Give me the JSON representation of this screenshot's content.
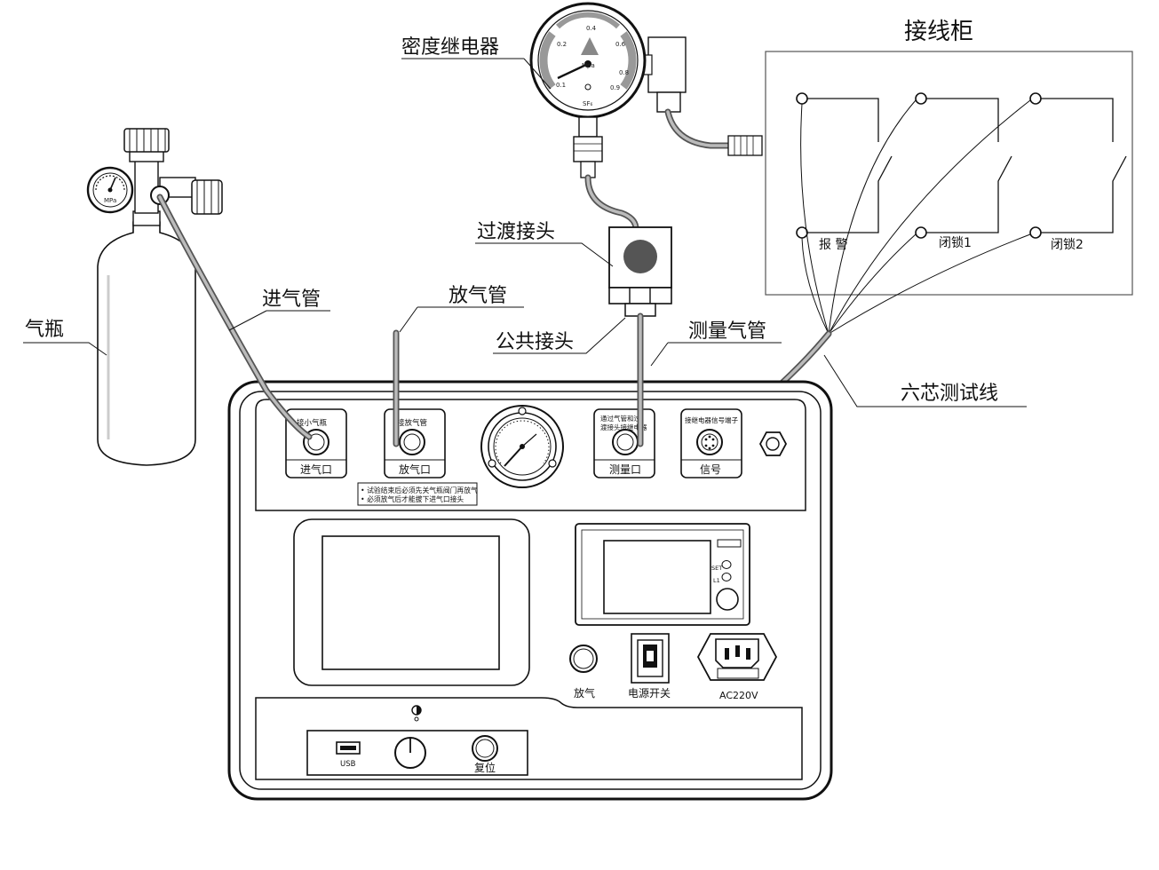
{
  "labels": {
    "gas_bottle": "气瓶",
    "inlet_pipe": "进气管",
    "vent_pipe": "放气管",
    "density_relay": "密度继电器",
    "transition_joint": "过渡接头",
    "common_joint": "公共接头",
    "measure_pipe": "测量气管",
    "six_core_wire": "六芯测试线"
  },
  "cabinet": {
    "title": "接线柜",
    "terminals": [
      "报 警",
      "闭锁1",
      "闭锁2"
    ]
  },
  "relay_gauge": {
    "unit": "Mpa",
    "gas": "SF₆",
    "ticks": [
      "0.1",
      "0.2",
      "0.4",
      "0.6",
      "0.8",
      "0.9"
    ]
  },
  "bottle_gauge": {
    "unit": "MPa"
  },
  "instrument": {
    "ports": [
      {
        "top": "接小气瓶",
        "bottom": "进气口"
      },
      {
        "top": "接放气管",
        "bottom": "放气口"
      },
      {
        "top": "通过气管和过渡接头接继电器",
        "bottom": "测量口"
      },
      {
        "top": "接继电器信号端子",
        "bottom": "信号"
      }
    ],
    "warnings": [
      "• 试验结束后必须先关气瓶阀门再放气",
      "• 必须放气后才能拔下进气口接头"
    ],
    "controller_keys": [
      "SET",
      "L1"
    ],
    "vent_button": "放气",
    "power_switch": "电源开关",
    "power_socket": "AC220V",
    "usb": "USB",
    "reset": "复位",
    "contrast_icon": "contrast-icon"
  }
}
